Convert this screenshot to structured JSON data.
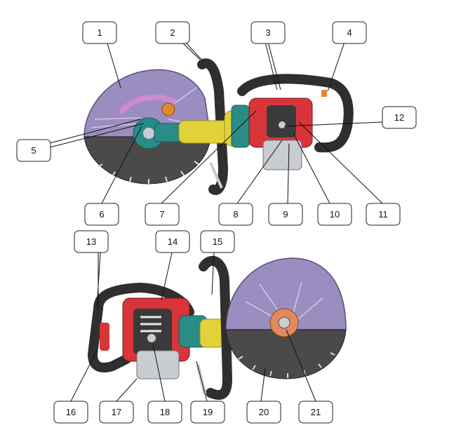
{
  "callouts": [
    {
      "id": 1,
      "label": "1"
    },
    {
      "id": 2,
      "label": "2"
    },
    {
      "id": 3,
      "label": "3"
    },
    {
      "id": 4,
      "label": "4"
    },
    {
      "id": 5,
      "label": "5"
    },
    {
      "id": 6,
      "label": "6"
    },
    {
      "id": 7,
      "label": "7"
    },
    {
      "id": 8,
      "label": "8"
    },
    {
      "id": 9,
      "label": "9"
    },
    {
      "id": 10,
      "label": "10"
    },
    {
      "id": 11,
      "label": "11"
    },
    {
      "id": 12,
      "label": "12"
    },
    {
      "id": 13,
      "label": "13"
    },
    {
      "id": 14,
      "label": "14"
    },
    {
      "id": 15,
      "label": "15"
    },
    {
      "id": 16,
      "label": "16"
    },
    {
      "id": 17,
      "label": "17"
    },
    {
      "id": 18,
      "label": "18"
    },
    {
      "id": 19,
      "label": "19"
    },
    {
      "id": 20,
      "label": "20"
    },
    {
      "id": 21,
      "label": "21"
    }
  ],
  "colors": {
    "blade_guard": "#9b8dbf",
    "blade": "#4a4a4a",
    "handle": "#2f2f2f",
    "frame_red": "#d8343a",
    "engine_dark": "#3a3a3a",
    "teal": "#2a8c86",
    "yellow": "#e2d23a",
    "silver": "#c9ccd0",
    "orange": "#e08a2a",
    "pink": "#d88ad0"
  }
}
